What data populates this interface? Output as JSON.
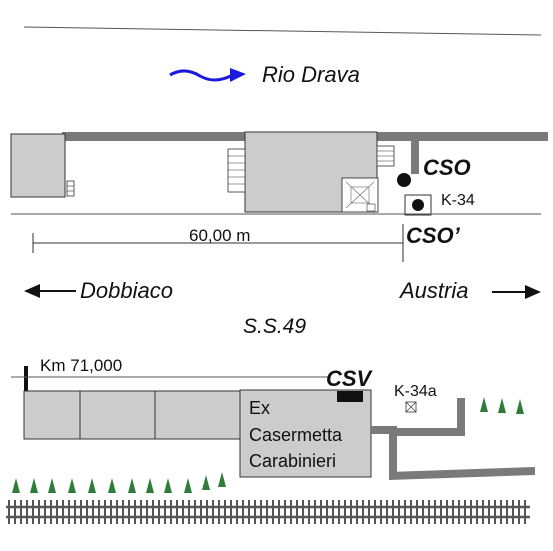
{
  "river": {
    "label": "Rio Drava",
    "arrow_color": "#1a1adf"
  },
  "measure": {
    "distance_label": "60,00 m"
  },
  "points": {
    "cso": "CSO",
    "cso_prime": "CSO’",
    "csv": "CSV",
    "k34": "K-34",
    "k34a": "K-34a"
  },
  "directions": {
    "west": "Dobbiaco",
    "east": "Austria"
  },
  "road": {
    "name": "S.S.49",
    "km_marker": "Km 71,000"
  },
  "building": {
    "line1": "Ex",
    "line2": "Casermetta",
    "line3": "Carabinieri"
  },
  "colors": {
    "building_fill": "#cccccc",
    "outline": "#333333",
    "wall": "#7a7a7a",
    "tree": "#2e7d3b",
    "rail": "#555555"
  }
}
